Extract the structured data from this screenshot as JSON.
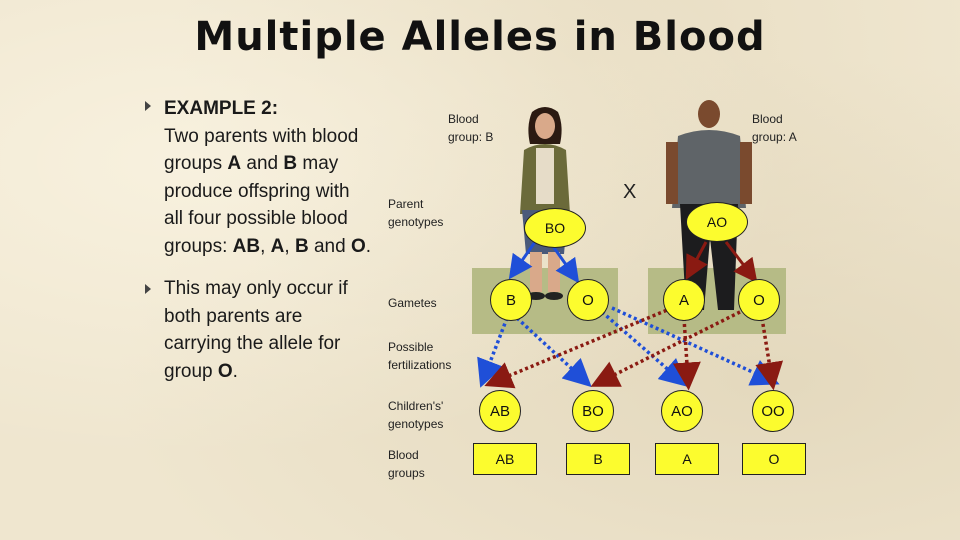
{
  "title": "Multiple Alleles in Blood",
  "bullets": {
    "b1": {
      "lead": "EXAMPLE 2:",
      "l1": "Two parents with blood",
      "l2_pre": "groups ",
      "l2_a": "A",
      "l2_mid": " and ",
      "l2_b": "B",
      "l2_post": " may",
      "l3": "produce offspring with",
      "l4": "all four possible blood",
      "l5_pre": "groups: ",
      "l5_ab": "AB",
      "l5_c1": ", ",
      "l5_a": "A",
      "l5_c2": ", ",
      "l5_b": "B",
      "l5_and": " and ",
      "l5_o": "O",
      "l5_end": "."
    },
    "b2": {
      "l1": "This may only occur if",
      "l2": "both parents are",
      "l3": "carrying the allele for",
      "l4_pre": "group ",
      "l4_o": "O",
      "l4_end": "."
    }
  },
  "diagram": {
    "mother_group_l1": "Blood",
    "mother_group_l2": "group: B",
    "father_group_l1": "Blood",
    "father_group_l2": "group: A",
    "cross": "X",
    "row_labels": {
      "parent_l1": "Parent",
      "parent_l2": "genotypes",
      "gametes": "Gametes",
      "fert_l1": "Possible",
      "fert_l2": "fertilizations",
      "children_l1": "Children's'",
      "children_l2": "genotypes",
      "groups_l1": "Blood",
      "groups_l2": "groups"
    },
    "parent_genotypes": {
      "mother": "BO",
      "father": "AO"
    },
    "gametes": [
      "B",
      "O",
      "A",
      "O"
    ],
    "children_genotypes": [
      "AB",
      "BO",
      "AO",
      "OO"
    ],
    "blood_groups": [
      "AB",
      "B",
      "A",
      "O"
    ],
    "colors": {
      "circle_fill": "#fcfc2e",
      "panel": "#b6bb86",
      "blue_arrow": "#1f4fd8",
      "red_arrow": "#8a1a12"
    }
  }
}
